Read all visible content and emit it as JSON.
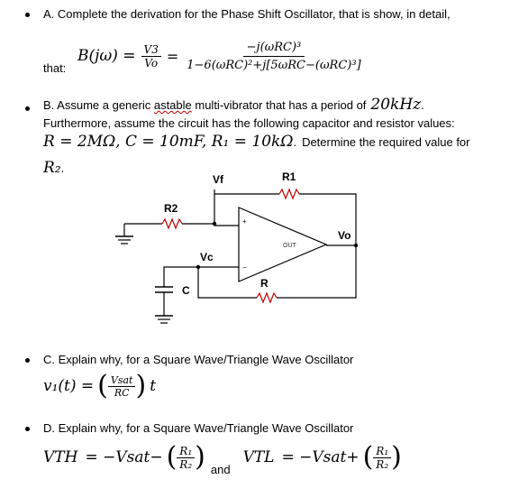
{
  "partA": {
    "text": "A. Complete the derivation for the Phase Shift Oscillator, that is show, in detail,",
    "that": "that:",
    "lhs": "B(jω) =",
    "v3": "V3",
    "vo": "Vo",
    "equals": "=",
    "num": "−j(ωRC)³",
    "den": "1−6(ωRC)²+j[5ωRC−(ωRC)³]"
  },
  "partB": {
    "line1_pre": "B. Assume a generic ",
    "line1_word": "astable",
    "line1_post": " multi-vibrator that has a period of",
    "period": "20kHz",
    "period_end": ".",
    "line2": "Furthermore, assume the circuit has the following capacitor and resistor values:",
    "values": "R = 2MΩ, C = 10mF, R₁ = 10kΩ",
    "values_end": ".",
    "determine": "Determine the required value for",
    "r2": "R₂",
    "r2_end": "."
  },
  "circuit": {
    "r2_label": "R2",
    "r1_label": "R1",
    "r_label": "R",
    "c_label": "C",
    "vf_label": "Vf",
    "vc_label": "Vc",
    "vo_label": "Vo",
    "out_label": "OUT",
    "plus": "+",
    "minus": "−"
  },
  "partC": {
    "text": "C. Explain why, for a Square Wave/Triangle Wave Oscillator",
    "lhs": "v₁(t) =",
    "num": "Vsat",
    "den": "RC",
    "t": "t"
  },
  "partD": {
    "text": "D. Explain why, for a Square Wave/Triangle Wave Oscillator",
    "vth": "VTH",
    "eq1": "= −Vsat−",
    "r1": "R₁",
    "r2": "R₂",
    "and": "and",
    "vtl": "VTL",
    "eq2": "= −Vsat+"
  }
}
